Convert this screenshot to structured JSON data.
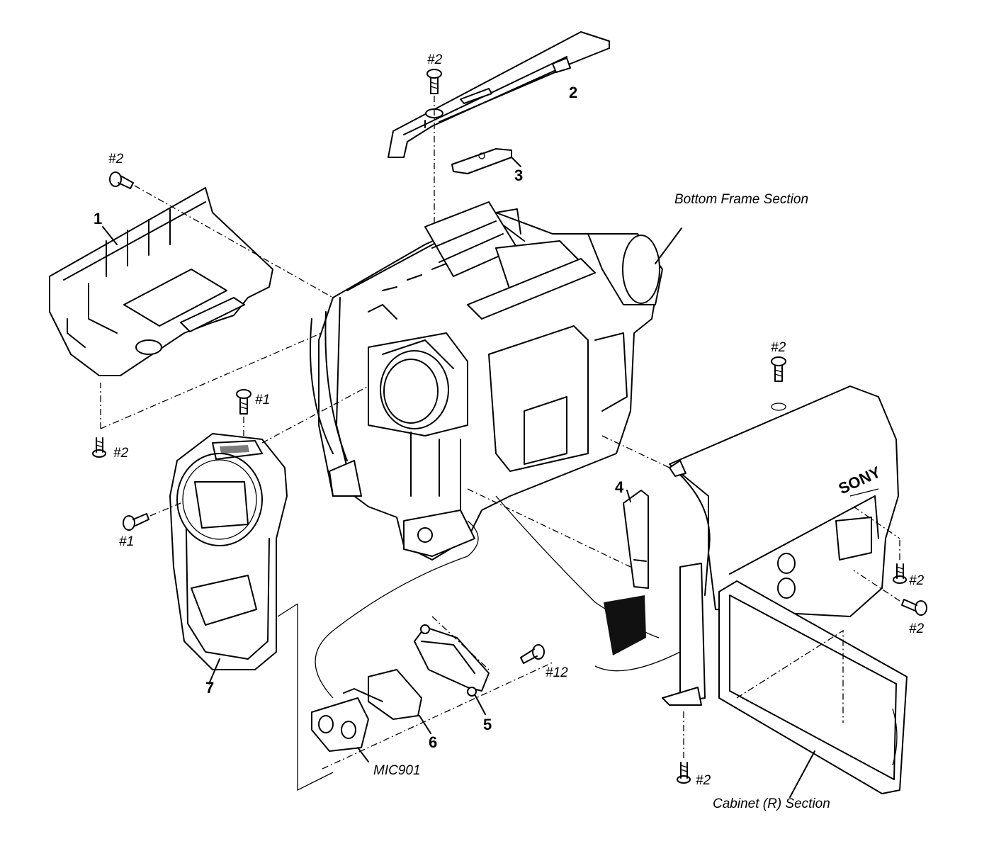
{
  "diagram": {
    "callouts": {
      "part1": "1",
      "part2": "2",
      "part3": "3",
      "part4": "4",
      "part5": "5",
      "part6": "6",
      "part7": "7"
    },
    "screws": {
      "s_top": "#2",
      "s_left_top": "#2",
      "s_left_bottom": "#2",
      "s_front_top": "#1",
      "s_front_left": "#1",
      "s_cab_top": "#2",
      "s_cab_r1": "#2",
      "s_cab_r2": "#2",
      "s_cab_bottom": "#2",
      "s_mic": "#12"
    },
    "sections": {
      "bottom_frame": "Bottom Frame Section",
      "cabinet_r": "Cabinet (R) Section"
    },
    "component_labels": {
      "mic": "MIC901",
      "brand": "SONY"
    }
  }
}
